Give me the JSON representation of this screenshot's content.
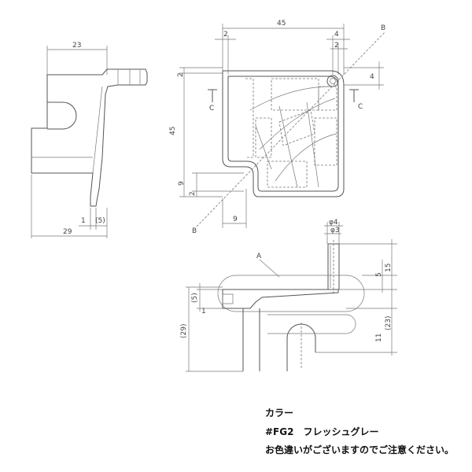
{
  "dimensions": {
    "side_width": "23",
    "side_base": "29",
    "side_gap1": "1",
    "side_gap2": "(5)",
    "plan_width": "45",
    "plan_height": "45",
    "plan_top_off": "2",
    "plan_top_off2": "2",
    "plan_right_4": "4",
    "plan_right_2": "2",
    "plan_right_4b": "4",
    "plan_left_9": "9",
    "plan_left_2": "2",
    "plan_bottom_9": "9",
    "section_phi4": "φ4",
    "section_phi3": "φ3",
    "section_15": "15",
    "section_5": "5",
    "section_23": "(23)",
    "section_11": "11",
    "section_29": "(29)",
    "section_5b": "(5)",
    "section_1": "1"
  },
  "labels": {
    "view_a": "A",
    "cut_b_top": "B",
    "cut_b_bottom": "B",
    "cut_c_left": "C",
    "cut_c_right": "C"
  },
  "notes": {
    "color_heading": "カラー",
    "color_code": "#FG2　フレッシュグレー",
    "color_disclaimer": "お色違いがございますのでご注意ください。"
  }
}
